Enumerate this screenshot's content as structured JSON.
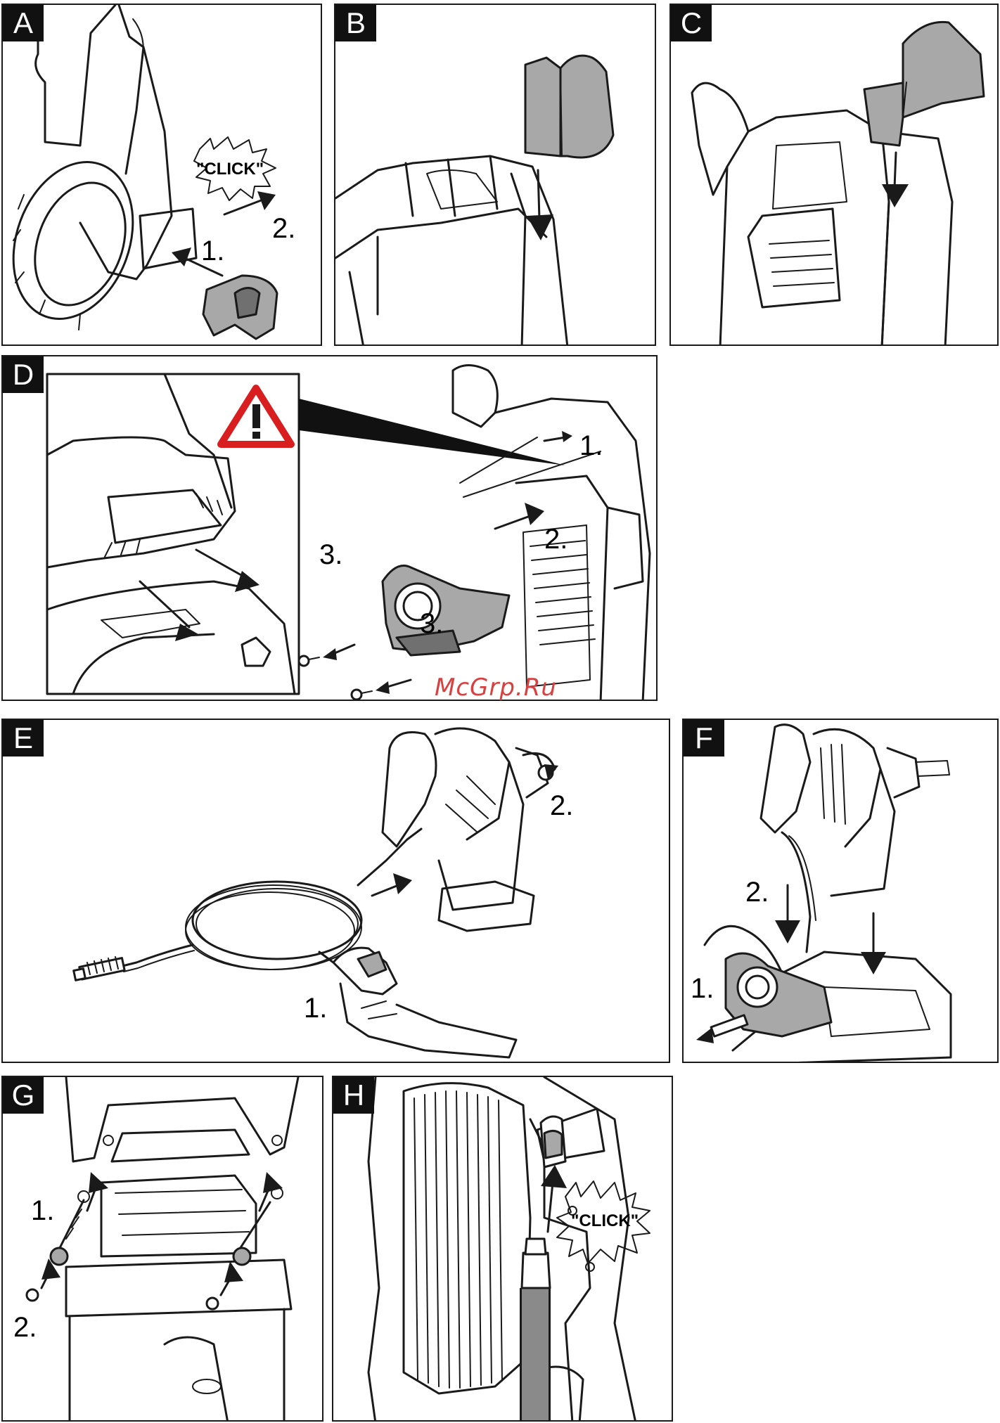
{
  "panels": [
    {
      "id": "A",
      "letter": "A",
      "steps": [
        "1.",
        "2."
      ],
      "callout": "\"CLICK\""
    },
    {
      "id": "B",
      "letter": "B"
    },
    {
      "id": "C",
      "letter": "C"
    },
    {
      "id": "D",
      "letter": "D",
      "steps": [
        "1.",
        "2.",
        "3.",
        "3."
      ],
      "warning_icon": "warning-triangle-icon"
    },
    {
      "id": "E",
      "letter": "E",
      "steps": [
        "1.",
        "2."
      ]
    },
    {
      "id": "F",
      "letter": "F",
      "steps": [
        "1.",
        "2."
      ]
    },
    {
      "id": "G",
      "letter": "G",
      "steps": [
        "1.",
        "2."
      ]
    },
    {
      "id": "H",
      "letter": "H",
      "callout": "\"CLICK\""
    }
  ],
  "watermark": "McGrp.Ru",
  "colors": {
    "outline": "#1a1a1a",
    "part_fill": "#a8a8a8",
    "letter_bg": "#111111",
    "warning_red": "#d81e1e",
    "watermark": "#d94040"
  }
}
